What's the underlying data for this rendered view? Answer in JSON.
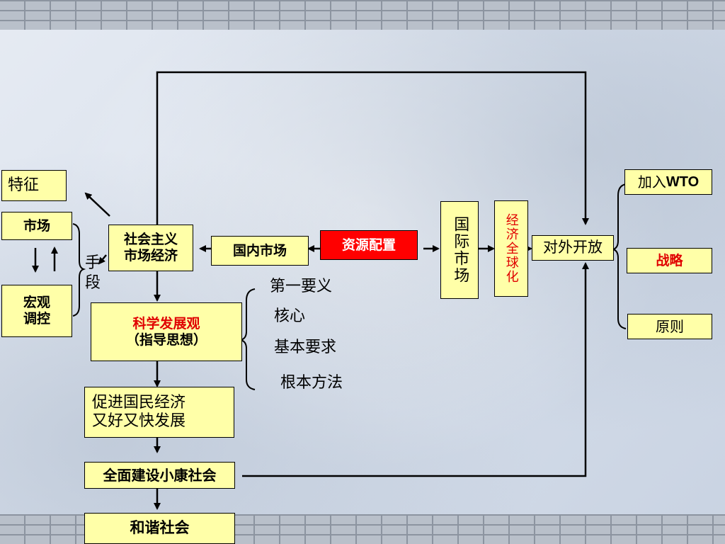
{
  "nodes": {
    "tezheng": "特征",
    "shichang": "市场",
    "hongguan_1": "宏观",
    "hongguan_2": "调控",
    "shouduan_1": "手",
    "shouduan_2": "段",
    "shsyscjj_1": "社会主义",
    "shsyscjj_2": "市场经济",
    "guonei": "国内市场",
    "ziyuan": "资源配置",
    "guoji": "国际市场",
    "jingji": "经济全球化",
    "duiwai": "对外开放",
    "wto_prefix": "加入",
    "wto": "WTO",
    "zhanlue": "战略",
    "yuanze": "原则",
    "kexue_1": "科学发展观",
    "kexue_2": "（指导思想）",
    "diyi": "第一要义",
    "hexin": "核心",
    "jiben": "基本要求",
    "genben": "根本方法",
    "cujin_1": "促进国民经济",
    "cujin_2": "又好又快发展",
    "quanmian": "全面建设小康社会",
    "hexie": "和谐社会"
  },
  "colors": {
    "box_fill": "#ffffa8",
    "highlight_fill": "#ff0000",
    "accent_text": "#e00000",
    "line": "#000000"
  }
}
